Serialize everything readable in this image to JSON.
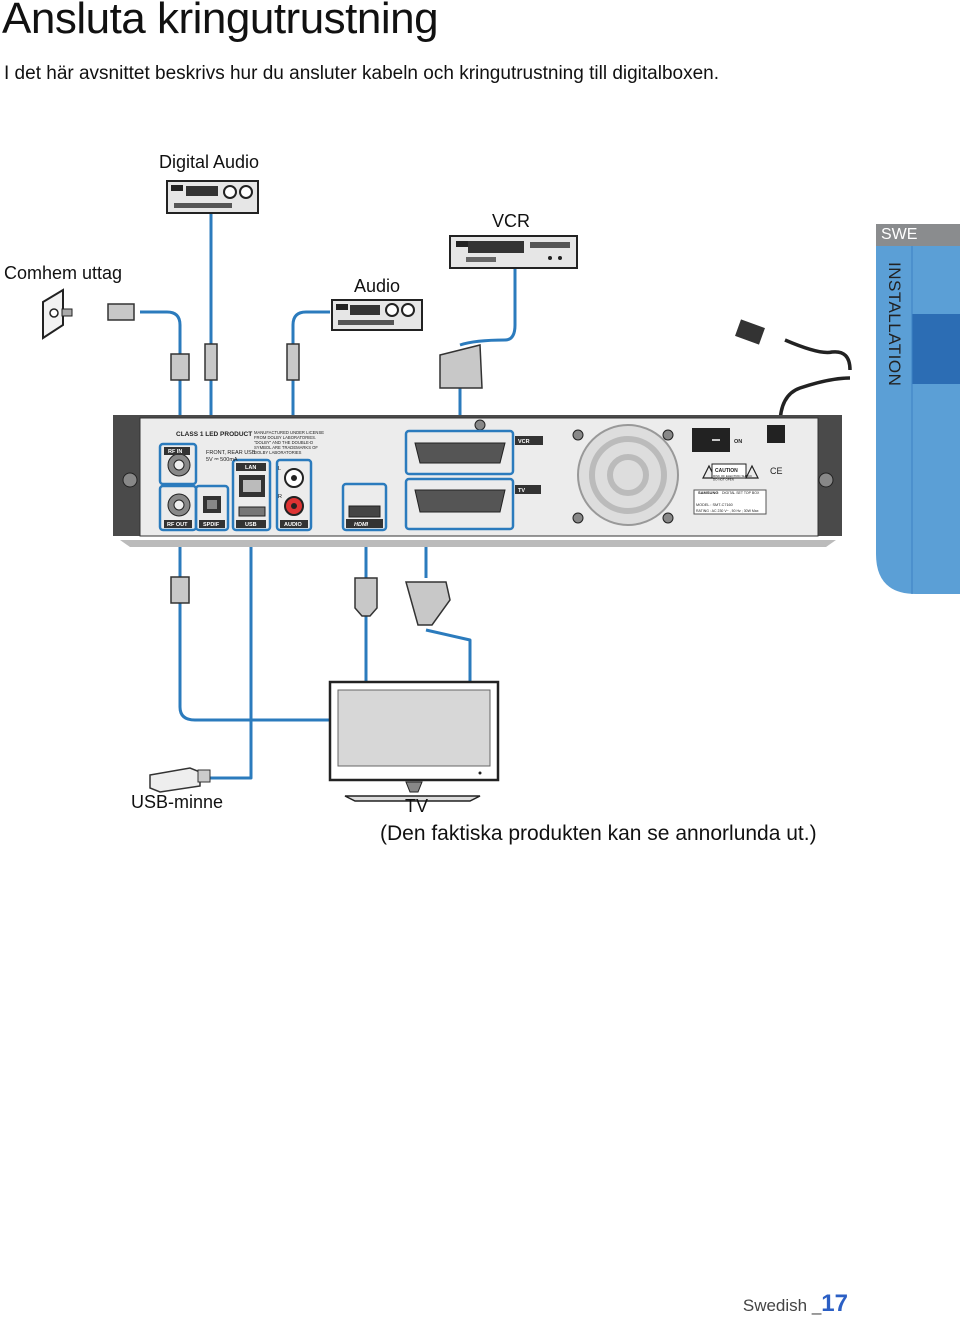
{
  "page": {
    "title": "Ansluta kringutrustning",
    "intro": "I det här avsnittet beskrivs hur du ansluter kabeln och kringutrustning till digitalboxen."
  },
  "diagram": {
    "labels": {
      "digital_audio": "Digital Audio",
      "vcr": "VCR",
      "wall_outlet": "Comhem uttag",
      "audio": "Audio",
      "usb_stick": "USB-minne",
      "tv": "TV"
    },
    "back_panel": {
      "ports": {
        "rf_in": "RF IN",
        "rf_out": "RF OUT",
        "spdif": "SPDIF",
        "lan": "LAN",
        "usb": "USB",
        "audio": "AUDIO",
        "hdmi": "HDMI",
        "vcr_scart": "VCR",
        "tv_scart": "TV",
        "power_switch": "ON"
      },
      "printed_text": {
        "class1": "CLASS 1 LED PRODUCT",
        "usb_note": "FRONT, REAR USB",
        "usb_rating": "5V ⎓ 500mA",
        "dolby_line1": "MANUFACTURED UNDER LICENSE",
        "dolby_line2": "FROM DOLBY LABORATORIES.",
        "dolby_line3": "\"DOLBY\" AND THE DOUBLE-D",
        "dolby_line4": "SYMBOL ARE TRADEMARKS OF",
        "dolby_line5": "DOLBY LABORATORIES",
        "caution": "CAUTION",
        "caution_line1": "RISK OF ELECTRIC SHOCK",
        "caution_line2": "DO NOT OPEN",
        "brand": "SAMSUNG",
        "product": "DIGITAL SET TOP BOX",
        "model": "MODEL : SMT-C7160",
        "rating": "RATING : AC 230 V~ , 50 Hz ; 30W Max",
        "audio_l": "L",
        "audio_r": "R"
      }
    },
    "note": "(Den faktiska produkten kan se annorlunda ut.)"
  },
  "sidebar": {
    "lang_code": "SWE",
    "section": "INSTALLATION"
  },
  "footer": {
    "language": "Swedish _",
    "page_number": "17"
  },
  "colors": {
    "cable": "#2b7bbd",
    "sidebar_blue": "#5b9fd6",
    "sidebar_dark": "#2c6db4",
    "sidebar_gray": "#8a8c8e",
    "page_number": "#2b5fc4"
  }
}
